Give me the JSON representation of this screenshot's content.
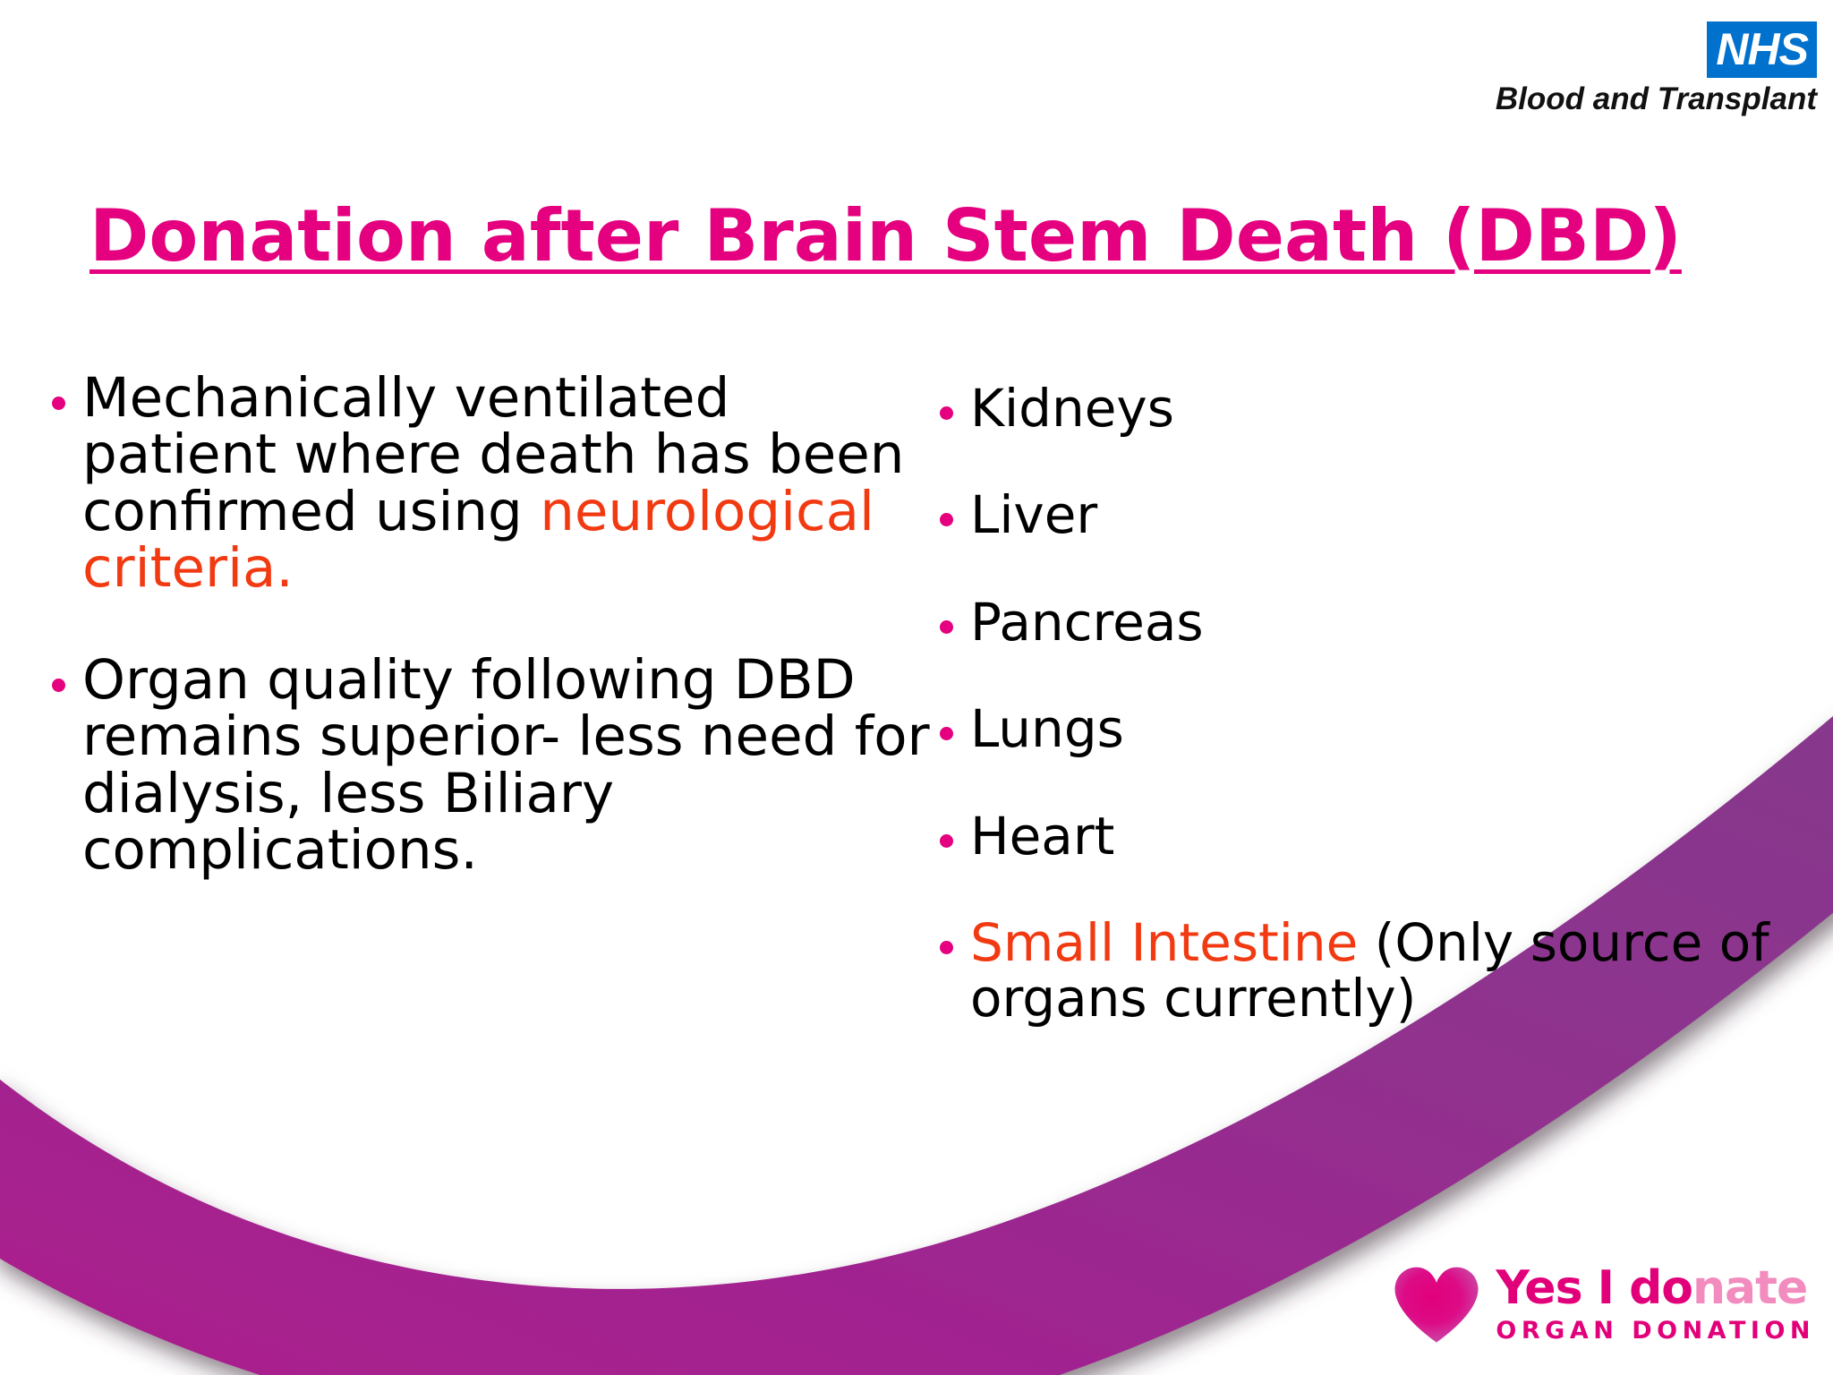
{
  "slide": {
    "background_color": "#FFFFFF",
    "title": "Donation after Brain Stem Death (DBD)",
    "title_color": "#E4007F",
    "accent_orange": "#F23A12",
    "bullet_color": "#E4007F",
    "swoosh_color_left": "#AE1D8C",
    "swoosh_color_right": "#8B3A8C"
  },
  "nhs_logo": {
    "badge": "NHS",
    "badge_bg": "#0072CE",
    "badge_text_color": "#FFFFFF",
    "subtitle": "Blood and Transplant"
  },
  "left_column": {
    "bullets": [
      {
        "segments": [
          {
            "text": "Mechanically ventilated patient where death has been confirmed using ",
            "style": "normal"
          },
          {
            "text": "neurological criteria.",
            "style": "orange"
          }
        ]
      },
      {
        "segments": [
          {
            "text": "Organ quality following DBD remains superior- less need for dialysis, less Biliary complications.",
            "style": "normal"
          }
        ]
      }
    ]
  },
  "right_column": {
    "bullets": [
      {
        "segments": [
          {
            "text": "Kidneys",
            "style": "normal"
          }
        ]
      },
      {
        "segments": [
          {
            "text": "Liver",
            "style": "normal"
          }
        ]
      },
      {
        "segments": [
          {
            "text": "Pancreas",
            "style": "normal"
          }
        ]
      },
      {
        "segments": [
          {
            "text": "Lungs",
            "style": "normal"
          }
        ]
      },
      {
        "segments": [
          {
            "text": "Heart",
            "style": "normal"
          }
        ]
      },
      {
        "segments": [
          {
            "text": "Small Intestine",
            "style": "orange"
          },
          {
            "text": " (Only source of organs currently)",
            "style": "normal"
          }
        ]
      }
    ]
  },
  "yes_i_donate_logo": {
    "line1_part1": "Yes I do",
    "line1_part2": "nate",
    "line2": "ORGAN DONATION",
    "heart_color": "#E2007A"
  }
}
